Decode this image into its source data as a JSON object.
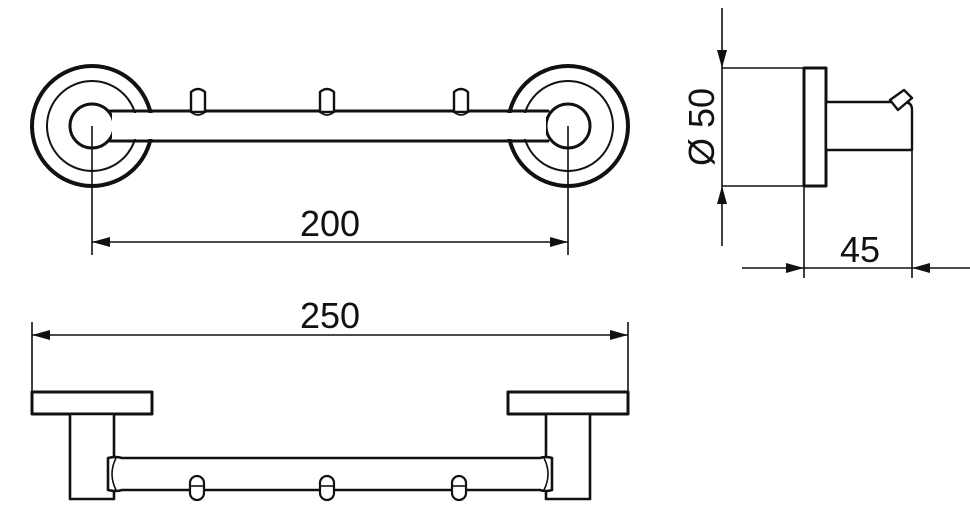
{
  "dimensions": {
    "hole_spacing": "200",
    "overall_length": "250",
    "base_diameter": "Ø 50",
    "projection": "45"
  }
}
